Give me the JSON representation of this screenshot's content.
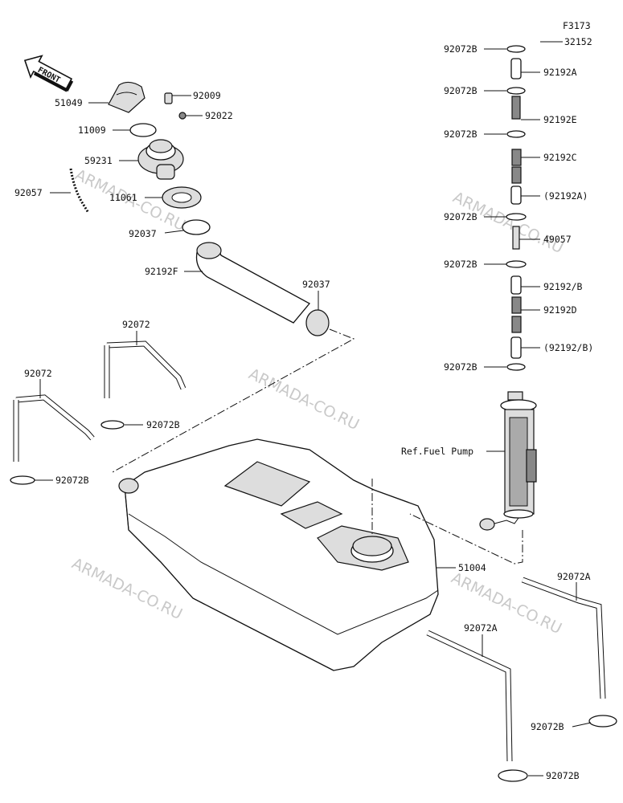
{
  "figure_code": "F3173",
  "front_label": "FRONT",
  "watermark": "ARMADA-CO.RU",
  "callouts": {
    "p32152": "32152",
    "p92072B_1": "92072B",
    "p92192A": "92192A",
    "p92072B_2": "92072B",
    "p92192E": "92192E",
    "p92072B_3": "92072B",
    "p92192C": "92192C",
    "p92192A_ref": "(92192A)",
    "p92072B_4": "92072B",
    "p49057": "49057",
    "p92072B_5": "92072B",
    "p92192B": "92192/B",
    "p92192D": "92192D",
    "p92192B_ref": "(92192/B)",
    "p92072B_6": "92072B",
    "fuel_pump": "Ref.Fuel Pump",
    "p51049": "51049",
    "p92009": "92009",
    "p92022": "92022",
    "p11009": "11009",
    "p59231": "59231",
    "p92057": "92057",
    "p11061": "11061",
    "p92037_1": "92037",
    "p92192F": "92192F",
    "p92037_2": "92037",
    "p92072_1": "92072",
    "p92072_2": "92072",
    "p92072B_7": "92072B",
    "p92072B_8": "92072B",
    "p51004": "51004",
    "p92072A_1": "92072A",
    "p92072A_2": "92072A",
    "p92072B_9": "92072B",
    "p92072B_10": "92072B"
  }
}
